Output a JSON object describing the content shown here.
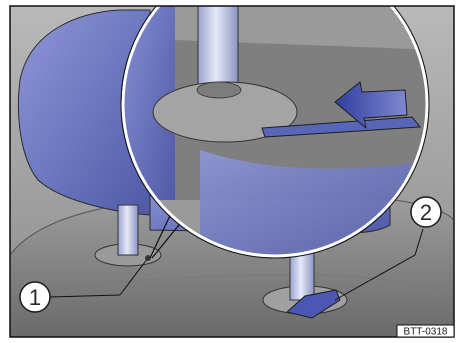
{
  "figure": {
    "callouts": [
      {
        "label": "1"
      },
      {
        "label": "2"
      }
    ],
    "figure_code": "BTT-0318",
    "colors": {
      "headrest_blue": "#6d79c6",
      "rod_light": "#d7dcef",
      "seat_grey": "#8a8a8a",
      "background_grey": "#a3a3a3",
      "outline": "#111111"
    }
  }
}
